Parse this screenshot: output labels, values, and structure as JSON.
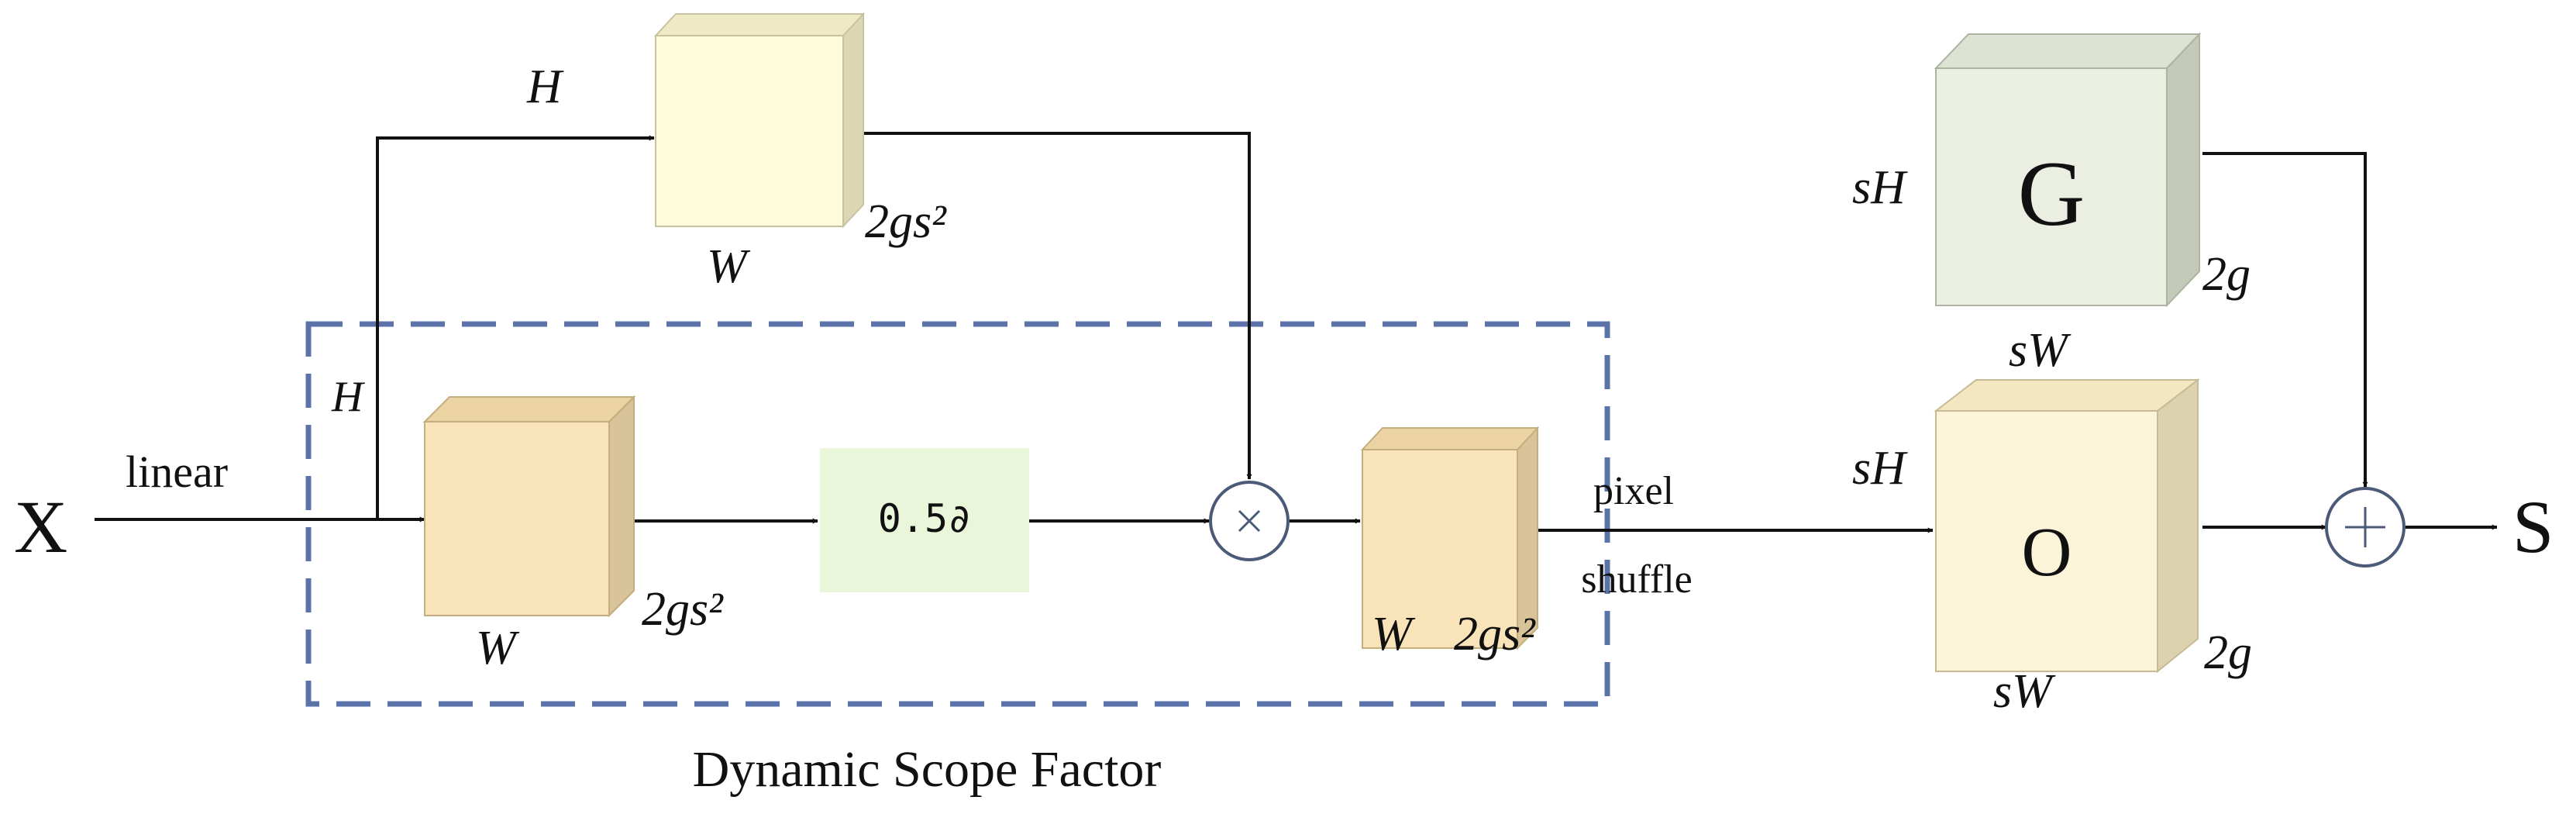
{
  "diagram": {
    "input_label": "X",
    "output_label": "S",
    "linear_label": "linear",
    "pixel_shuffle_label_1": "pixel",
    "pixel_shuffle_label_2": "shuffle",
    "top_block": {
      "h": "H",
      "w": "W",
      "c": "2gs²"
    },
    "input_branch_h": "H",
    "left_block": {
      "w": "W",
      "c": "2gs²"
    },
    "scale_op": "0.5∂",
    "mid_block": {
      "w": "W",
      "c": "2gs²"
    },
    "g_block": {
      "letter": "G",
      "h": "sH",
      "w": "sW",
      "c": "2g"
    },
    "o_block": {
      "letter": "O",
      "h": "sH",
      "w": "sW",
      "c": "2g"
    },
    "dynamic_scope_label": "Dynamic Scope Factor",
    "colors": {
      "top_block_front": "#fdfbdc",
      "top_block_side": "#dcd6b4",
      "orange_front": "#f9e3b8",
      "orange_side": "#d8c498",
      "scale_box": "#eaf6d9",
      "g_front": "#eaefe2",
      "g_side": "#c4cab8",
      "o_front": "#fcf4d8",
      "o_side": "#dcd2b0",
      "dashed_border": "#5b73a8",
      "operator_border": "#4a5a78"
    },
    "icons": [
      "multiply-circle-icon",
      "plus-circle-icon"
    ]
  }
}
